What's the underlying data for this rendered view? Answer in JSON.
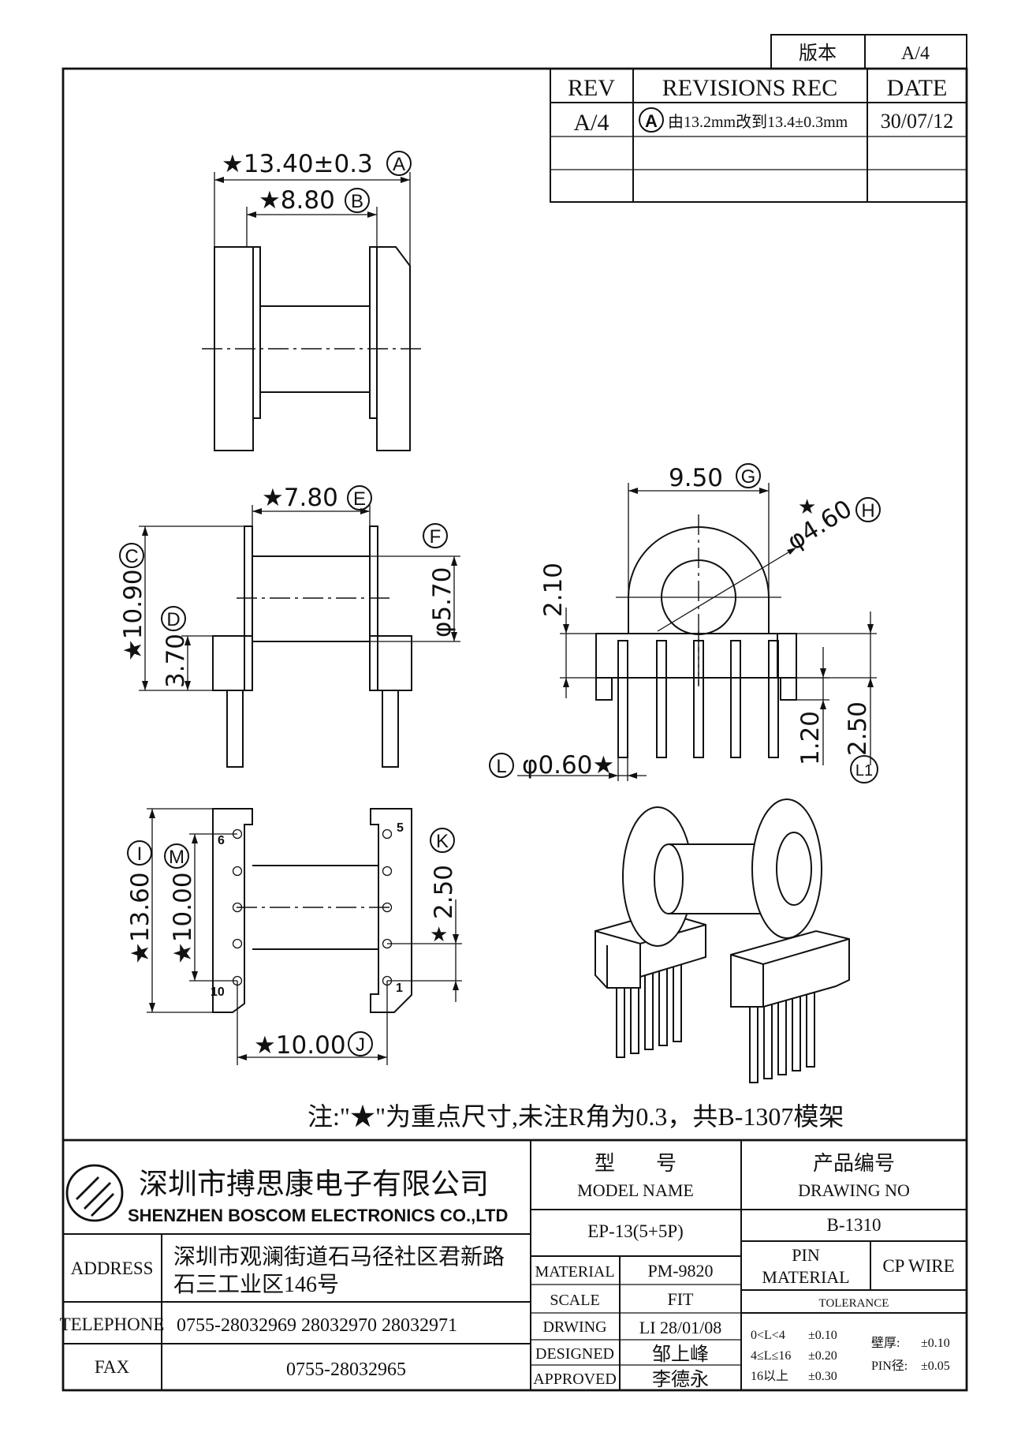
{
  "version_box": {
    "label": "版本",
    "value": "A/4"
  },
  "revisions": {
    "headers": {
      "rev": "REV",
      "rec": "REVISIONS REC",
      "date": "DATE"
    },
    "rows": [
      {
        "rev": "A/4",
        "mark": "A",
        "rec": "由13.2mm改到13.4±0.3mm",
        "date": "30/07/12"
      },
      {
        "rev": "",
        "mark": "",
        "rec": "",
        "date": ""
      },
      {
        "rev": "",
        "mark": "",
        "rec": "",
        "date": ""
      }
    ]
  },
  "dimensions": {
    "a": {
      "text": "★13.40±0.3",
      "mark": "A"
    },
    "b": {
      "text": "★8.80",
      "mark": "B"
    },
    "c": {
      "text": "★10.90",
      "mark": "C"
    },
    "d": {
      "text": "3.70",
      "mark": "D"
    },
    "e": {
      "text": "★7.80",
      "mark": "E"
    },
    "f": {
      "text": "φ5.70",
      "mark": "F"
    },
    "g": {
      "text": "9.50",
      "mark": "G"
    },
    "h": {
      "text": "φ4.60",
      "star": "★",
      "mark": "H"
    },
    "h210": {
      "text": "2.10"
    },
    "h120": {
      "text": "1.20"
    },
    "l1": {
      "text": "2.50",
      "mark": "L1"
    },
    "l": {
      "text": "φ0.60★",
      "mark": "L"
    },
    "i": {
      "text": "★13.60",
      "mark": "I"
    },
    "m": {
      "text": "★10.00",
      "mark": "M"
    },
    "k": {
      "text": "2.50",
      "star": "★",
      "mark": "K"
    },
    "j": {
      "text": "★10.00",
      "mark": "J"
    }
  },
  "pin_labels": {
    "p6": "6",
    "p5": "5",
    "p10": "10",
    "p1": "1"
  },
  "note": "注:\"★\"为重点尺寸,未注R角为0.3，共B-1307模架",
  "company": {
    "name_cn": "深圳市搏思康电子有限公司",
    "name_en": "SHENZHEN BOSCOM ELECTRONICS CO.,LTD",
    "address_label": "ADDRESS",
    "address_line1": "深圳市观澜街道石马径社区君新路",
    "address_line2": "石三工业区146号",
    "telephone_label": "TELEPHONE",
    "telephone": "0755-28032969 28032970 28032971",
    "fax_label": "FAX",
    "fax": "0755-28032965"
  },
  "model": {
    "label_cn": "型　　号",
    "label_en": "MODEL NAME",
    "value": "EP-13(5+5P)"
  },
  "drawing_no": {
    "label_cn": "产品编号",
    "label_en": "DRAWING NO",
    "value": "B-1310"
  },
  "details": [
    {
      "label": "MATERIAL",
      "value": "PM-9820"
    },
    {
      "label": "SCALE",
      "value": "FIT"
    },
    {
      "label": "DRWING",
      "value": "LI 28/01/08"
    },
    {
      "label": "DESIGNED",
      "value": "邹上峰"
    },
    {
      "label": "APPROVED",
      "value": "李德永"
    }
  ],
  "pin_material": {
    "label_line1": "PIN",
    "label_line2": "MATERIAL",
    "value": "CP WIRE"
  },
  "tolerance": {
    "title": "TOLERANCE",
    "rows": [
      {
        "range": "0<L<4",
        "value": "±0.10"
      },
      {
        "range": "4≤L≤16",
        "value": "±0.20"
      },
      {
        "range": "16以上",
        "value": "±0.30"
      }
    ],
    "wall_label": "壁厚:",
    "wall_value": "±0.10",
    "pin_label": "PIN径:",
    "pin_value": "±0.05"
  }
}
